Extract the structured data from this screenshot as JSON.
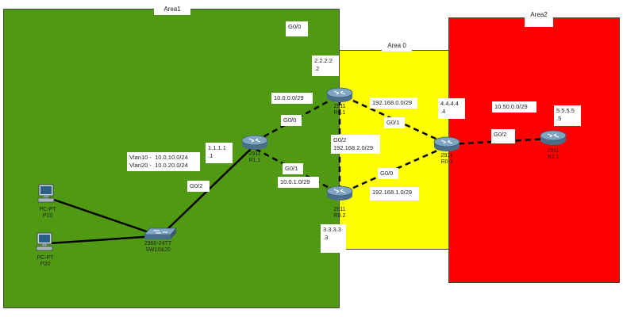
{
  "areas": {
    "area1": {
      "title": "Area1",
      "color": "#4f9a12"
    },
    "area0": {
      "title": "Area 0",
      "color": "#ffff00"
    },
    "area2": {
      "title": "Area2",
      "color": "#ff0000"
    }
  },
  "devices": {
    "r11": {
      "model": "2911",
      "name": "R1.1"
    },
    "r01": {
      "model": "2911",
      "name": "R0.1"
    },
    "r02": {
      "model": "2911",
      "name": "R0.2"
    },
    "r03": {
      "model": "2911",
      "name": "R0.3"
    },
    "r21": {
      "model": "2911",
      "name": "R2.1"
    },
    "sw": {
      "model": "2960-24TT",
      "name": "SW10&20"
    },
    "pc10": {
      "model": "PC-PT",
      "name": "P10"
    },
    "pc20": {
      "model": "PC-PT",
      "name": "P20"
    }
  },
  "labels": {
    "g00_top": "G0/0",
    "r01_loopback": "2.2.2.2\n.2",
    "net_10_0_0": "10.0.0.0/29",
    "g00_r11": "G0/0",
    "net_192_168_0": "192.168.0.0/29",
    "g01_r03": "G0/1",
    "r03_loopback": "4.4.4.4\n.4",
    "net_10_50_0": "10.50.0.0/29",
    "r21_loopback": "5.5.5.5\n.5",
    "g02_r03": "G0/2",
    "r11_loopback": "1.1.1.1\n.1",
    "vlans": "Vlan10 -  10.0.10.0/24\nVlan20 -  10.0.20.0/24",
    "g02_r01": "G0/2\n192.168.2.0/29",
    "g01_r11": "G0/1",
    "net_10_0_1": "10.0.1.0/29",
    "g00_r02": "G0/0",
    "net_192_168_1": "192.168.1.0/29",
    "g02_r11": "G0/2",
    "r02_loopback": "3.3.3.3\n.3"
  },
  "icons": {
    "router": "router-icon",
    "switch": "switch-icon",
    "pc": "pc-icon"
  }
}
